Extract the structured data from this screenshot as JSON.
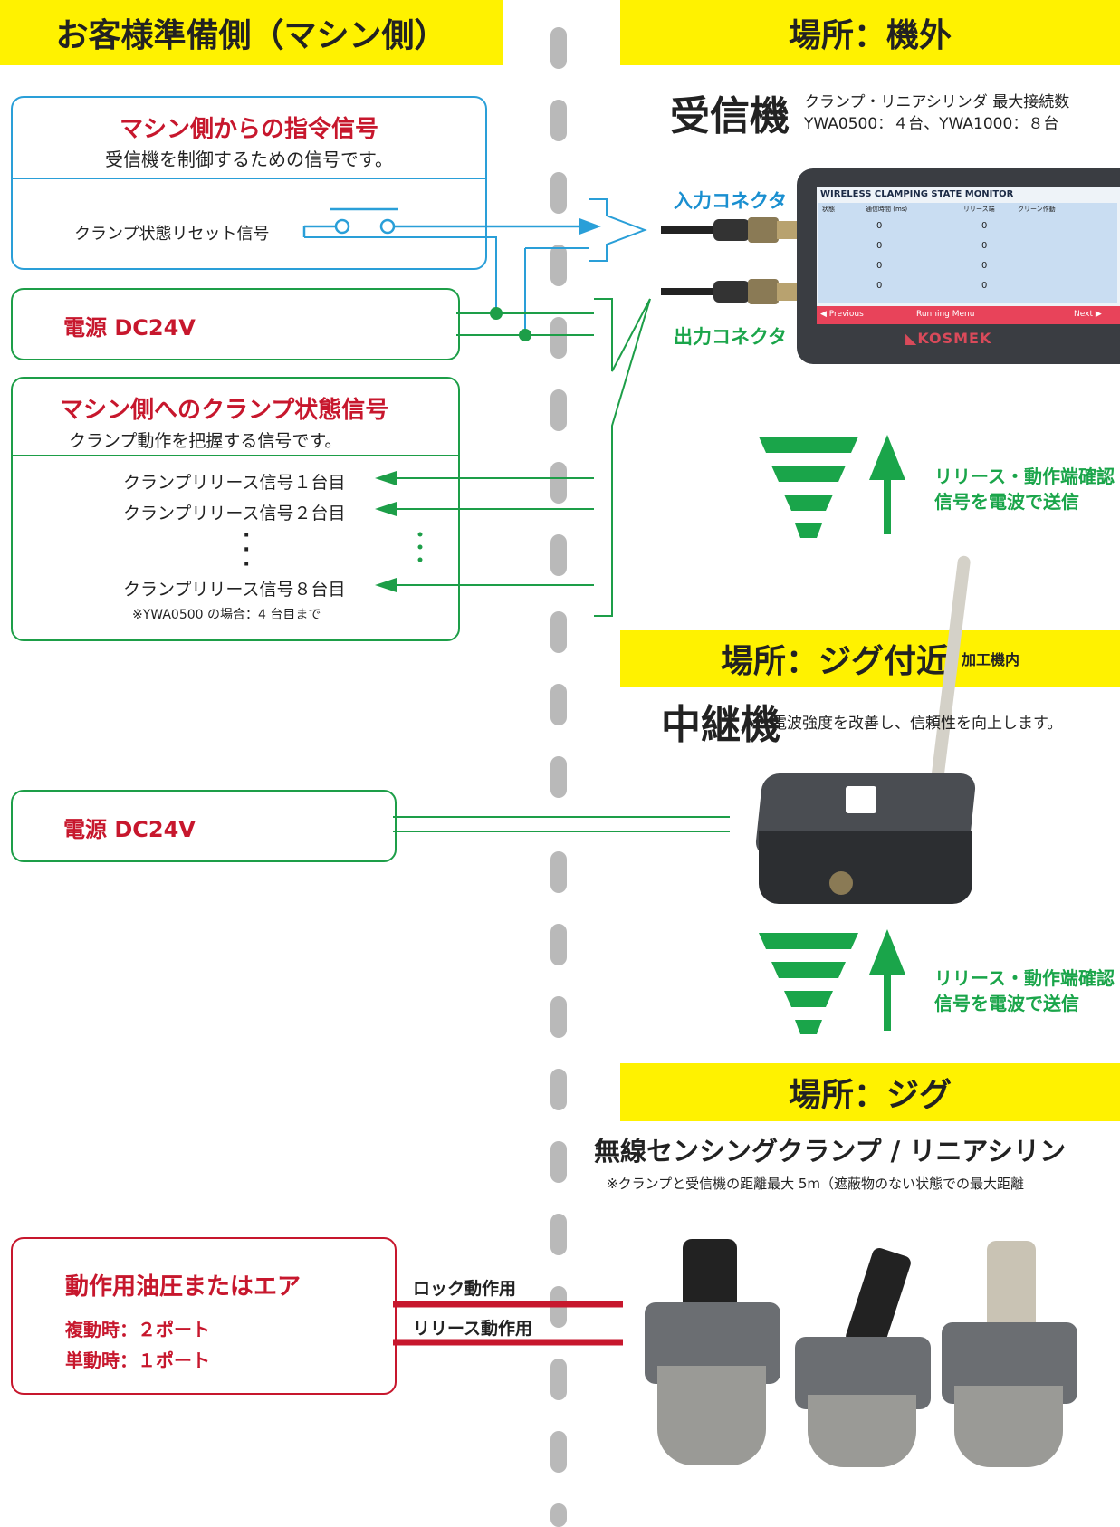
{
  "left_header": "お客様準備側（マシン側）",
  "right_headers": {
    "outside": "場所：機外",
    "near_jig": "場所：ジグ付近",
    "near_jig_sub": "加工機内",
    "jig": "場所：ジグ"
  },
  "command_box": {
    "title": "マシン側からの指令信号",
    "subtitle": "受信機を制御するための信号です。",
    "reset_signal": "クランプ状態リセット信号"
  },
  "power_top": "電源 DC24V",
  "status_box": {
    "title": "マシン側へのクランプ状態信号",
    "subtitle": "クランプ動作を把握する信号です。",
    "signals": [
      "クランプリリース信号１台目",
      "クランプリリース信号２台目",
      "クランプリリース信号８台目"
    ],
    "note": "※YWA0500 の場合：4 台目まで"
  },
  "power_mid": "電源 DC24V",
  "hydraulic_box": {
    "title": "動作用油圧またはエア",
    "double": "複動時：２ポート",
    "single": "単動時：１ポート"
  },
  "lines": {
    "lock": "ロック動作用",
    "release": "リリース動作用"
  },
  "receiver": {
    "name": "受信機",
    "spec_line1": "クランプ・リニアシリンダ 最大接続数",
    "spec_line2": "YWA0500：４台、YWA1000：８台",
    "input_connector": "入力コネクタ",
    "output_connector": "出力コネクタ",
    "screen_title": "WIRELESS CLAMPING STATE MONITOR",
    "screen_col1": "状態",
    "screen_col2": "通信時間 (ms)",
    "screen_legend1": "リリース端",
    "screen_legend2": "クリーン作動",
    "screen_values": [
      "0",
      "0",
      "0",
      "0",
      "0",
      "0",
      "0",
      "0"
    ],
    "screen_prev": "◀ Previous",
    "screen_menu": "Running Menu",
    "screen_next": "Next ▶",
    "brand": "KOSMEK"
  },
  "wireless_text": {
    "line1": "リリース・動作端確認",
    "line2": "信号を電波で送信"
  },
  "repeater": {
    "name": "中継機",
    "desc": "電波強度を改善し、信頼性を向上します。"
  },
  "clamp_section": {
    "title": "無線センシングクランプ / リニアシリン",
    "note": "※クランプと受信機の距離最大 5m（遮蔽物のない状態での最大距離"
  },
  "colors": {
    "yellow": "#fff200",
    "green": "#1d9e48",
    "blue": "#2a9fd8",
    "red": "#c7172d"
  }
}
